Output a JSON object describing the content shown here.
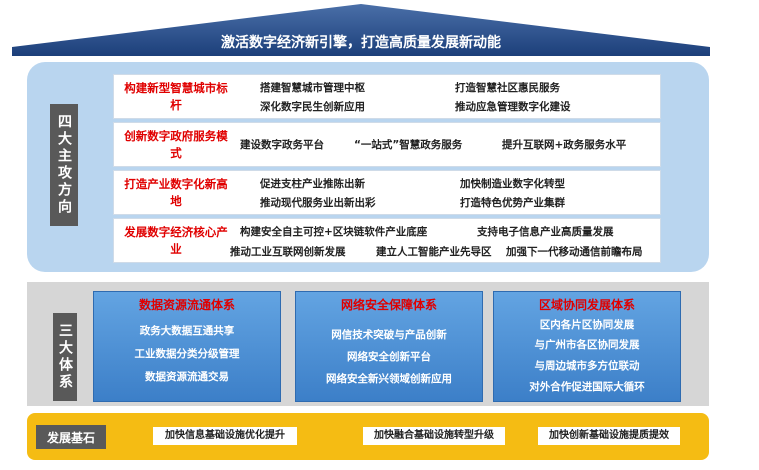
{
  "roof_title": "激活数字经济新引擎，打造高质量发展新动能",
  "section1": {
    "label": "四大主攻方向",
    "rows": [
      {
        "title": "构建新型智慧城市标杆",
        "items": [
          "搭建智慧城市管理中枢",
          "打造智慧社区惠民服务",
          "深化数字民生创新应用",
          "推动应急管理数字化建设"
        ]
      },
      {
        "title": "创新数字政府服务模式",
        "items": [
          "建设数字政务平台",
          "“一站式”智慧政务服务",
          "提升互联网+政务服务水平"
        ]
      },
      {
        "title": "打造产业数字化新高地",
        "items": [
          "促进支柱产业推陈出新",
          "加快制造业数字化转型",
          "推动现代服务业出新出彩",
          "打造特色优势产业集群"
        ]
      },
      {
        "title": "发展数字经济核心产业",
        "items": [
          "构建安全自主可控+区块链软件产业底座",
          "支持电子信息产业高质量发展",
          "推动工业互联网创新发展",
          "建立人工智能产业先导区",
          "加强下一代移动通信前瞻布局"
        ]
      }
    ]
  },
  "section2": {
    "label": "三大体系",
    "systems": [
      {
        "title": "数据资源流通体系",
        "items": [
          "政务大数据互通共享",
          "工业数据分类分级管理",
          "数据资源流通交易"
        ]
      },
      {
        "title": "网络安全保障体系",
        "items": [
          "网信技术突破与产品创新",
          "网络安全创新平台",
          "网络安全新兴领域创新应用"
        ]
      },
      {
        "title": "区域协同发展体系",
        "items": [
          "区内各片区协同发展",
          "与广州市各区协同发展",
          "与周边城市多方位联动",
          "对外合作促进国际大循环"
        ]
      }
    ]
  },
  "section3": {
    "label": "发展基石",
    "items": [
      "加快信息基础设施优化提升",
      "加快融合基础设施转型升级",
      "加快创新基础设施提质提效"
    ]
  },
  "colors": {
    "roof": "#1c3f7a",
    "section1_bg": "#b9d5ef",
    "section2_bg": "#d6d6d6",
    "section3_bg": "#f5bc13",
    "system_box": "#4a8ed6",
    "highlight_red": "#e00000",
    "label_gray": "#595959"
  }
}
